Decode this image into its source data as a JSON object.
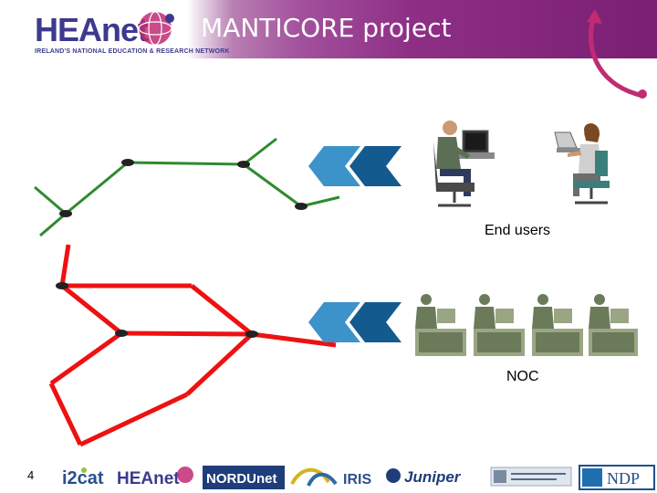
{
  "header": {
    "logo_text": "HEAnet",
    "logo_tagline": "IRELAND'S NATIONAL EDUCATION & RESEARCH NETWORK",
    "title": "MANTICORE project"
  },
  "labels": {
    "end_users": "End users",
    "noc": "NOC"
  },
  "page_number": "4",
  "footer_logos": {
    "i2cat": "i2cat",
    "heanet": "HEAnet",
    "nordunet": "NORDUnet",
    "iris": "IRIS",
    "juniper": "Juniper",
    "ndp": "NDP"
  },
  "colors": {
    "green_net": "#2e8b2e",
    "red_net": "#ee1111",
    "chevron_blue": "#1e6fb0",
    "header_purple": "#8e2f86"
  }
}
